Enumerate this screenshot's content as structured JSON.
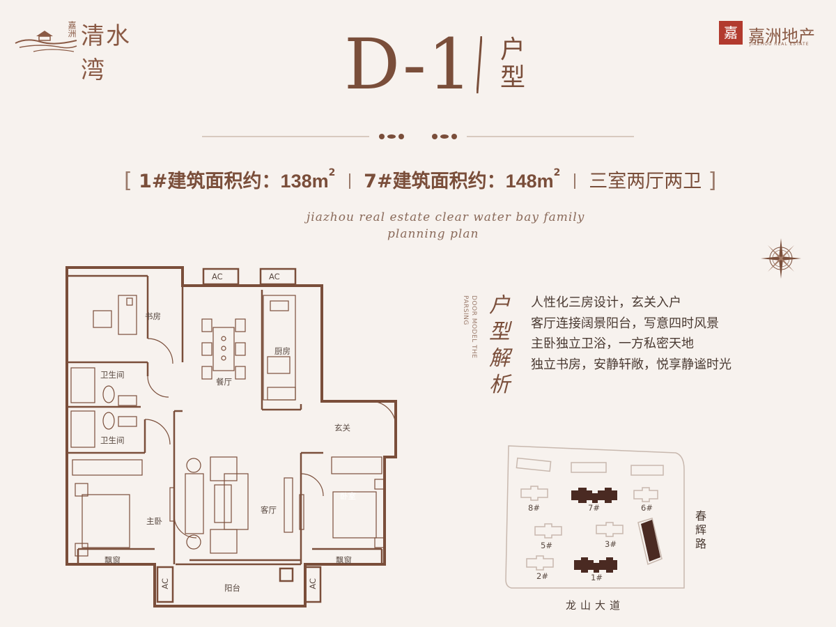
{
  "logo_left": {
    "name": "清水湾",
    "prefix": "嘉洲"
  },
  "logo_right": {
    "seal": "嘉",
    "name": "嘉洲地产",
    "english": "JIAZHOU REAL ESTATE"
  },
  "title": {
    "code": "D-1",
    "kind": "户型"
  },
  "spec": {
    "open_bracket": "[",
    "item1_label": "1#建筑面积约：",
    "item1_value": "138m",
    "item2_label": "7#建筑面积约：",
    "item2_value": "148m",
    "superscript": "2",
    "layout": "三室两厅两卫",
    "close_bracket": "]"
  },
  "english_tagline": {
    "line1": "jiazhou real estate clear water bay family",
    "line2": "planning plan"
  },
  "analysis": {
    "title": "户型解析",
    "english": "DOOR MODEL THE PARSING",
    "items": [
      "人性化三房设计，玄关入户",
      "客厅连接阔景阳台，写意四时风景",
      "主卧独立卫浴，一方私密天地",
      "独立书房，安静轩敞，悦享静谧时光"
    ]
  },
  "floorplan": {
    "ac_label": "AC",
    "rooms": {
      "study": "书房",
      "dining": "餐厅",
      "kitchen": "厨房",
      "bath1": "卫生间",
      "bath2": "卫生间",
      "entry": "玄关",
      "living": "客厅",
      "master": "主卧",
      "bedroom": "卧室",
      "bay1": "飘窗",
      "bay2": "飘窗",
      "balcony": "阳台"
    }
  },
  "siteplan": {
    "buildings": [
      "8#",
      "7#",
      "6#",
      "5#",
      "3#",
      "2#",
      "1#"
    ],
    "road_east": "春辉路",
    "road_south": "龙山大道"
  },
  "colors": {
    "brown": "#7a4e3a",
    "background": "#f7f2ee",
    "seal_red": "#b23a2e",
    "highlight": "#4a2a22"
  }
}
